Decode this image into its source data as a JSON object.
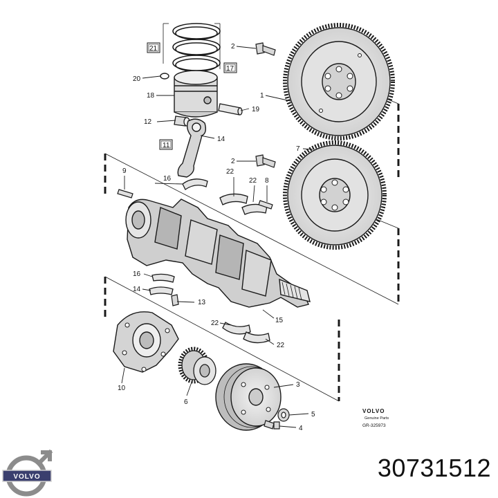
{
  "callouts": {
    "c1": "1",
    "c2a": "2",
    "c2b": "2",
    "c3": "3",
    "c4": "4",
    "c5": "5",
    "c6": "6",
    "c7": "7",
    "c8": "8",
    "c9": "9",
    "c10": "10",
    "c11": "11",
    "c12": "12",
    "c13": "13",
    "c14a": "14",
    "c14b": "14",
    "c15": "15",
    "c16a": "16",
    "c16b": "16",
    "c17": "17",
    "c18": "18",
    "c19": "19",
    "c20": "20",
    "c21": "21",
    "c22a": "22",
    "c22b": "22",
    "c22c": "22",
    "c22d": "22"
  },
  "brand_block": {
    "logo_word": "VOLVO",
    "subtitle": "Genuine Parts",
    "reference": "GR-325973"
  },
  "footer": {
    "logo_word": "VOLVO",
    "part_number": "30731512"
  },
  "colors": {
    "line": "#1a1a1a",
    "fill_light": "#e6e6e6",
    "fill_mid": "#c9c9c9",
    "fill_dark": "#9a9a9a",
    "logo_steel": "#8c8c8c",
    "logo_band": "#3a3f6e"
  }
}
